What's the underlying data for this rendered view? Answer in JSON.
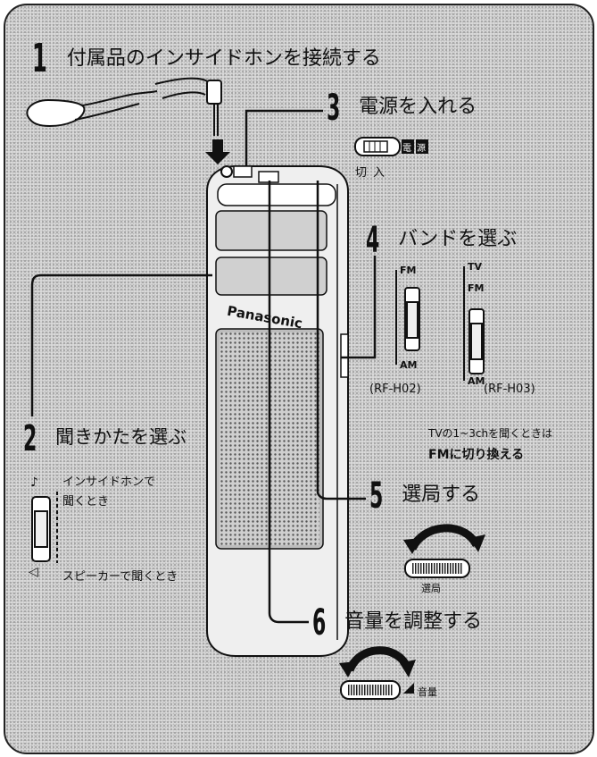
{
  "steps": [
    {
      "num": "1",
      "text": "付属品のインサイドホンを接続する"
    },
    {
      "num": "3",
      "text": "電源を入れる"
    },
    {
      "num": "4",
      "text": "バンドを選ぶ"
    },
    {
      "num": "2",
      "text": "聞きかたを選ぶ"
    },
    {
      "num": "5",
      "text": "選局する"
    },
    {
      "num": "6",
      "text": "音量を調整する"
    }
  ],
  "power": {
    "off": "切",
    "on": "入",
    "badge1": "電",
    "badge2": "源"
  },
  "band": {
    "fm": "FM",
    "am": "AM",
    "tv": "TV",
    "model_left": "(RF-H02)",
    "model_right": "(RF-H03)"
  },
  "tv_note": {
    "line1": "TVの1~3chを聞くときは",
    "line2": "FMに切り換える"
  },
  "listen": {
    "earphone_line1": "インサイドホンで",
    "earphone_line2": "聞くとき",
    "speaker": "スピーカーで聞くとき"
  },
  "tuning_label": "選局",
  "volume_label": "音量",
  "brand": "Panasonic"
}
